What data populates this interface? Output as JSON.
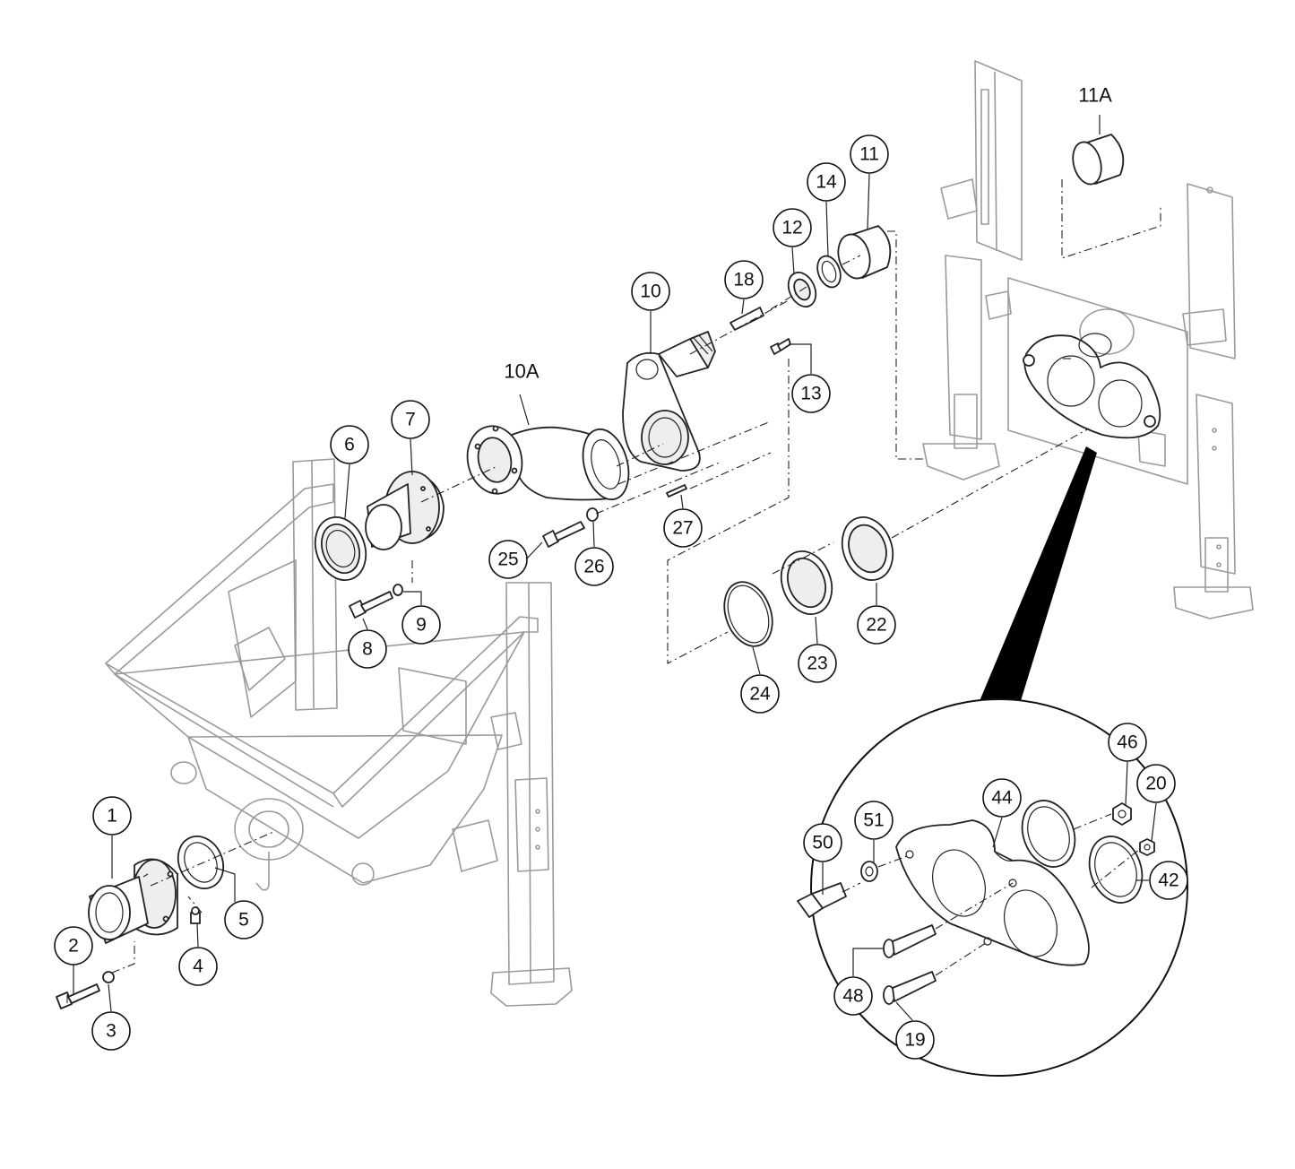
{
  "title": "",
  "callouts": [
    {
      "id": "1",
      "label": "1"
    },
    {
      "id": "2",
      "label": "2"
    },
    {
      "id": "3",
      "label": "3"
    },
    {
      "id": "4",
      "label": "4"
    },
    {
      "id": "5",
      "label": "5"
    },
    {
      "id": "6",
      "label": "6"
    },
    {
      "id": "7",
      "label": "7"
    },
    {
      "id": "8",
      "label": "8"
    },
    {
      "id": "9",
      "label": "9"
    },
    {
      "id": "10",
      "label": "10"
    },
    {
      "id": "10A",
      "label": "10A"
    },
    {
      "id": "11",
      "label": "11"
    },
    {
      "id": "11A",
      "label": "11A"
    },
    {
      "id": "12",
      "label": "12"
    },
    {
      "id": "13",
      "label": "13"
    },
    {
      "id": "14",
      "label": "14"
    },
    {
      "id": "18",
      "label": "18"
    },
    {
      "id": "19",
      "label": "19"
    },
    {
      "id": "20",
      "label": "20"
    },
    {
      "id": "22",
      "label": "22"
    },
    {
      "id": "23",
      "label": "23"
    },
    {
      "id": "24",
      "label": "24"
    },
    {
      "id": "25",
      "label": "25"
    },
    {
      "id": "26",
      "label": "26"
    },
    {
      "id": "27",
      "label": "27"
    },
    {
      "id": "42",
      "label": "42"
    },
    {
      "id": "44",
      "label": "44"
    },
    {
      "id": "46",
      "label": "46"
    },
    {
      "id": "48",
      "label": "48"
    },
    {
      "id": "50",
      "label": "50"
    },
    {
      "id": "51",
      "label": "51"
    }
  ]
}
